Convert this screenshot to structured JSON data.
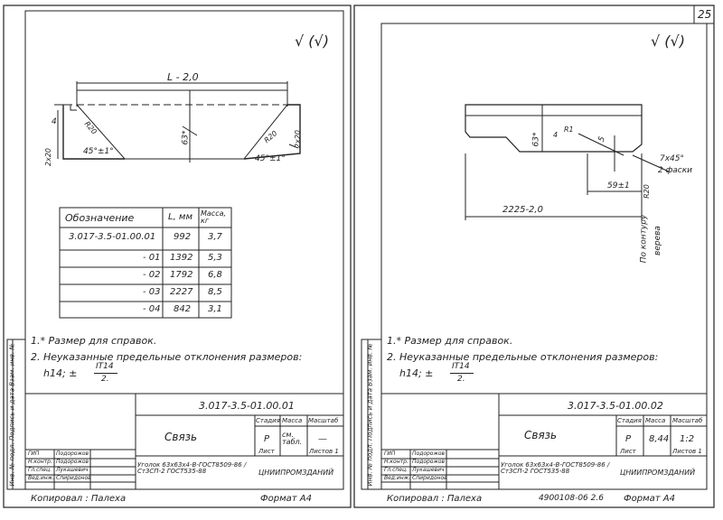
{
  "page_number": "25",
  "left": {
    "roughness": "√ (√)",
    "dims": {
      "L": "L - 2,0",
      "h4": "4",
      "r": "R20",
      "w2": "2x20",
      "a_left": "45°±1°",
      "a_right": "45°±1°",
      "h63": "63*",
      "w20": "2x20"
    },
    "table": {
      "headers": [
        "Обозначение",
        "L, мм",
        "Масса, кг"
      ],
      "rows": [
        [
          "3.017-3.5-01.00.01",
          "992",
          "3,7"
        ],
        [
          "- 01",
          "1392",
          "5,3"
        ],
        [
          "- 02",
          "1792",
          "6,8"
        ],
        [
          "- 03",
          "2227",
          "8,5"
        ],
        [
          "- 04",
          "842",
          "3,1"
        ]
      ]
    },
    "notes": {
      "n1": "1.* Размер для справок.",
      "n2": "2. Неуказанные предельные отклонения размеров:",
      "tol_a": "h14; ±",
      "tol_num": "IT14",
      "tol_den": "2."
    },
    "title_block": {
      "doc": "3.017-3.5-01.00.01",
      "name": "Связь",
      "stage_h": "Стадия",
      "mass_h": "Масса",
      "scale_h": "Масштаб",
      "stage": "Р",
      "mass": "см. табл.",
      "scale": "—",
      "sheet": "Лист",
      "sheets": "Листов 1",
      "roles": [
        "ГИП",
        "Н.контр.",
        "Гл.спец.",
        "Вед.инж."
      ],
      "names": [
        "Подорожов",
        "Подорожов",
        "Лукашевич",
        "Спиридонов"
      ],
      "material": "Уголок 63x63x4-В-ГОСТ8509-86 / Ст3СП-2 ГОСТ535-88",
      "org": "ЦНИИПРОМЗДАНИЙ"
    },
    "side_stamp": "Инв. № подл. Подпись и дата Взам. инв. №",
    "footer_left": "Копировал : Палеха",
    "footer_right": "Формат А4"
  },
  "right": {
    "roughness": "√ (√)",
    "dims": {
      "h63": "63*",
      "r": "R1",
      "r2": "4",
      "t5": "5",
      "chamfer": "7x45°",
      "chamfer2": "2 фаски",
      "l59": "59±1",
      "l2225": "2225-2,0",
      "r20": "R20",
      "contour": "По контуру",
      "contour2": "верева"
    },
    "notes": {
      "n1": "1.* Размер для справок.",
      "n2": "2. Неуказанные предельные отклонения размеров:",
      "tol_a": "h14; ±",
      "tol_num": "IT14",
      "tol_den": "2."
    },
    "title_block": {
      "doc": "3.017-3.5-01.00.02",
      "name": "Связь",
      "stage_h": "Стадия",
      "mass_h": "Масса",
      "scale_h": "Масштаб",
      "stage": "Р",
      "mass": "8,44",
      "scale": "1:2",
      "sheet": "Лист",
      "sheets": "Листов 1",
      "roles": [
        "ГИП",
        "Н.контр.",
        "Гл.спец.",
        "Вед.инж."
      ],
      "names": [
        "Подорожов",
        "Подорожов",
        "Лукашевич",
        "Спиридонов"
      ],
      "material": "Уголок 63x63x4-В-ГОСТ8509-86 / Ст3СП-2 ГОСТ535-88",
      "org": "ЦНИИПРОМЗДАНИЙ"
    },
    "side_stamp": "Инв. № подл. Подпись и дата Взам. инв. №",
    "footer_left": "Копировал : Палеха",
    "footer_mid": "4900108-06 2.6",
    "footer_right": "Формат А4"
  }
}
